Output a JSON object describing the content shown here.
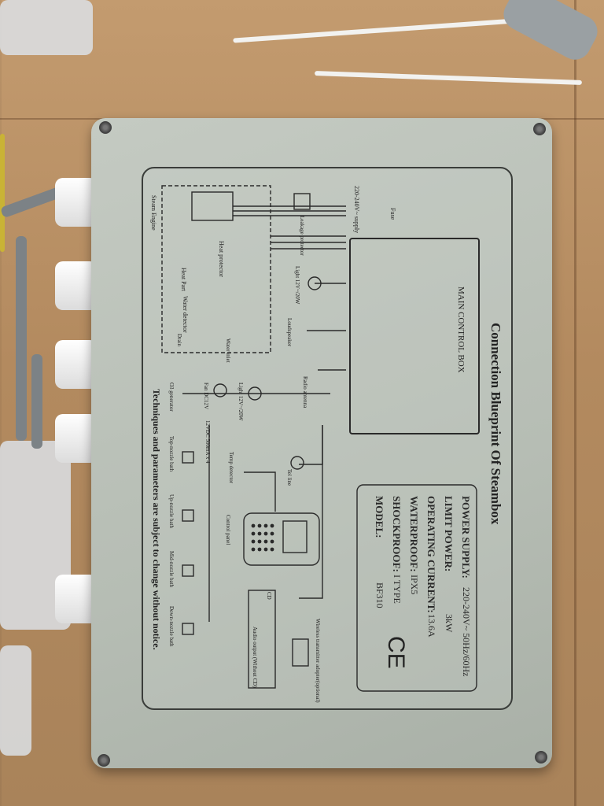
{
  "label": {
    "title": "Connection Blueprint Of Steambox",
    "main_control_box": "MAIN CONTROL BOX",
    "footer": "Techniques and parameters are subject to change without notice.",
    "specs": [
      {
        "key": "POWER SUPPLY:",
        "value": "220-240V~ 50Hz/60Hz"
      },
      {
        "key": "LIMIT POWER:",
        "value": "3kW"
      },
      {
        "key": "OPERATING CURRENT:",
        "value": "13.6A"
      },
      {
        "key": "WATERPROOF:",
        "value": "IPX5"
      },
      {
        "key": "SHOCKPROOF:",
        "value": "I TYPE"
      },
      {
        "key": "MODEL:",
        "value": "BF310"
      }
    ],
    "ce_mark": "CE",
    "components": {
      "supply": "220-240V~ supply",
      "leakage": "Leakage protector",
      "fuse": "Fuse",
      "steam_engine": "Steam Engine",
      "heat_protector": "Heat protector",
      "heat_part": "Heat Part",
      "water_detector": "Water detector",
      "drain": "Drain",
      "water_inlet": "Water inlet",
      "light": "Light 12V~/20W",
      "loudspeaker": "Loudspeaker",
      "radio": "Radio antenna",
      "o3": "O3 generator",
      "fan": "Fan DC12V",
      "light2": "Light 12V~/20W",
      "valves": "12VDC 500mA x 4",
      "top_nozzle": "Top-nozzle bath",
      "up_nozzle": "Up-nozzle bath",
      "mid_nozzle": "Mid-nozzle bath",
      "down_nozzle": "Down-nozzle bath",
      "temp_detector": "Temp detector",
      "tel_line": "Tel line",
      "control_panel": "Control panel",
      "cd": "CD",
      "audio_output": "Audio output (Without CD)",
      "wireless": "Wireless transmitter adopter(optional)"
    }
  },
  "colors": {
    "box": "#b8bfb6",
    "ink": "#2a2a2a",
    "cardboard": "#b48c63"
  }
}
